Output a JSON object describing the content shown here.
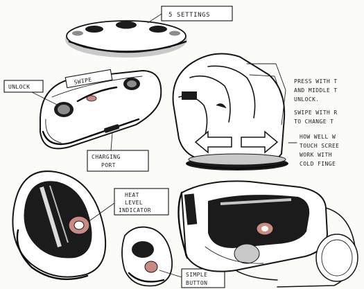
{
  "labels": {
    "five_settings": "5 SETTINGS",
    "unlock": "UNLOCK",
    "swipe": "SWIPE",
    "charging_port_line1": "CHARGING",
    "charging_port_line2": "PORT",
    "heat_level_line1": "HEAT",
    "heat_level_line2": "LEVEL",
    "heat_level_line3": "INDICATOR",
    "simple_button_line1": "SIMPLE",
    "simple_button_line2": "BUTTON"
  },
  "notes": {
    "line1": "PRESS WITH T",
    "line2": "AND MIDDLE T",
    "line3": "UNLOCK.",
    "line4": "SWIPE WITH R",
    "line5": "TO CHANGE T",
    "line6": "HOW WELL W",
    "line7": "TOUCH SCREE",
    "line8": "WORK WITH",
    "line9": "COLD FINGE"
  },
  "colors": {
    "paper": "#fbfbf8",
    "ink": "#151515",
    "marker_gray": "#8c8c8c",
    "heat_accent": "#c98a83"
  }
}
